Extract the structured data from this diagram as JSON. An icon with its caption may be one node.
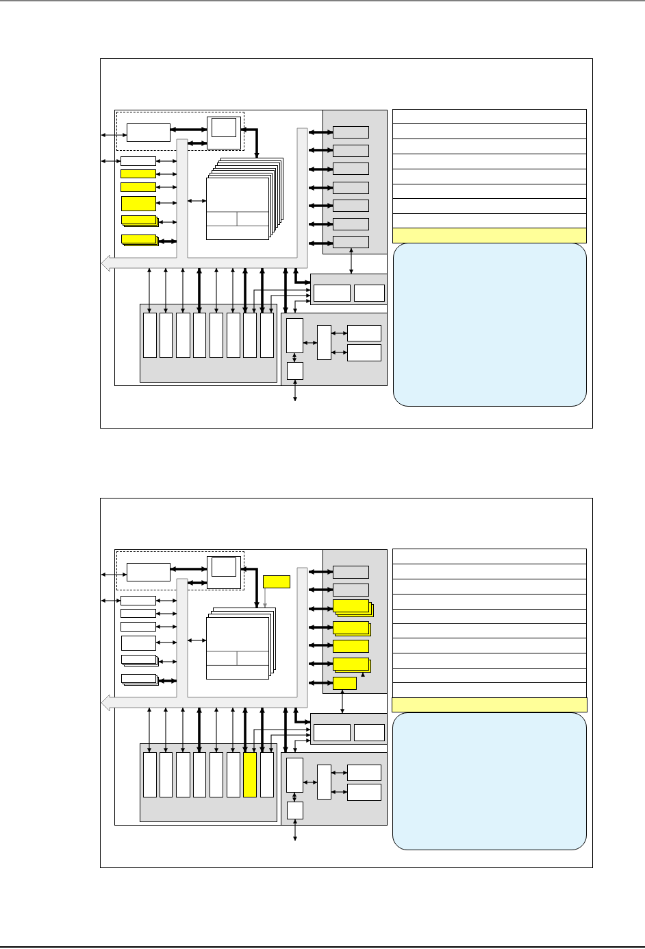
{
  "diagram": {
    "nodes": [
      {
        "text": [],
        "shape": "box"
      },
      {
        "text": [],
        "shape": "box",
        "in": 0
      },
      {
        "text": [],
        "shape": "box",
        "in": 1
      },
      {
        "text": [],
        "shape": "box",
        "in": 2
      },
      {
        "text": [],
        "shape": "box",
        "in": 2
      },
      {
        "text": [],
        "shape": "box",
        "in": 4
      },
      {
        "text": [],
        "shape": "box",
        "in": 1
      },
      {
        "text": [],
        "shape": "box",
        "in": 1
      },
      {
        "text": [],
        "shape": "box",
        "in": 1
      },
      {
        "text": [],
        "shape": "box",
        "in": 1
      },
      {
        "text": [],
        "shape": "box",
        "in": 1
      },
      {
        "text": [],
        "shape": "box",
        "in": 1
      },
      {
        "text": [],
        "shape": "box",
        "in": 1
      },
      {
        "text": [],
        "shape": "arrow",
        "in": 0
      },
      {
        "text": [],
        "shape": "box",
        "in": 1
      },
      {
        "text": [],
        "shape": "box",
        "in": 14
      },
      {
        "text": [],
        "shape": "box",
        "in": 14
      },
      {
        "text": [],
        "shape": "box",
        "in": 14
      },
      {
        "text": [],
        "shape": "box",
        "in": 14
      },
      {
        "text": [],
        "shape": "box",
        "in": 14
      },
      {
        "text": [],
        "shape": "box",
        "in": 14
      },
      {
        "text": [],
        "shape": "box",
        "in": 14
      },
      {
        "text": [],
        "shape": "box",
        "in": 1
      },
      {
        "text": [],
        "shape": "box",
        "in": 22
      },
      {
        "text": [],
        "shape": "box",
        "in": 22
      },
      {
        "text": [],
        "shape": "box",
        "in": 1
      },
      {
        "text": [],
        "shape": "box",
        "in": 25
      },
      {
        "text": [],
        "shape": "box",
        "in": 25
      },
      {
        "text": [],
        "shape": "box",
        "in": 25
      },
      {
        "text": [],
        "shape": "box",
        "in": 25
      },
      {
        "text": [],
        "shape": "box",
        "in": 25
      },
      {
        "text": [],
        "shape": "box",
        "in": 25
      },
      {
        "text": [],
        "shape": "box",
        "in": 25
      },
      {
        "text": [],
        "shape": "box",
        "in": 25
      },
      {
        "text": [],
        "shape": "box",
        "in": 1
      },
      {
        "text": [],
        "shape": "box",
        "in": 34
      },
      {
        "text": [],
        "shape": "box",
        "in": 34
      },
      {
        "text": [],
        "shape": "box",
        "in": 34
      },
      {
        "text": [],
        "shape": "box",
        "in": 34
      },
      {
        "text": [],
        "shape": "box",
        "in": 34
      },
      {
        "text": [],
        "shape": "box",
        "in": 0
      },
      {
        "text": [],
        "shape": "box",
        "in": 0
      },
      {
        "text": [],
        "shape": "box",
        "in": 0
      },
      {
        "text": [],
        "shape": "box",
        "in": 0
      },
      {
        "text": [],
        "shape": "box",
        "in": 0
      },
      {
        "text": [],
        "shape": "box",
        "in": 0
      },
      {
        "text": [],
        "shape": "box",
        "in": 0
      },
      {
        "text": [],
        "shape": "box",
        "in": 0
      },
      {
        "text": [],
        "shape": "box",
        "in": 0
      },
      {
        "text": [],
        "shape": "box",
        "in": 0
      },
      {
        "text": [],
        "shape": "box"
      },
      {
        "text": [],
        "shape": "box",
        "in": 50
      },
      {
        "text": [],
        "shape": "box",
        "in": 51
      },
      {
        "text": [],
        "shape": "box",
        "in": 52
      },
      {
        "text": [],
        "shape": "box",
        "in": 52
      },
      {
        "text": [],
        "shape": "box",
        "in": 54
      },
      {
        "text": [],
        "shape": "box",
        "in": 51
      },
      {
        "text": [],
        "shape": "box",
        "in": 51
      },
      {
        "text": [],
        "shape": "box",
        "in": 51
      },
      {
        "text": [],
        "shape": "box",
        "in": 51
      },
      {
        "text": [],
        "shape": "box",
        "in": 51
      },
      {
        "text": [],
        "shape": "box",
        "in": 51
      },
      {
        "text": [],
        "shape": "box",
        "in": 51
      },
      {
        "text": [],
        "shape": "box",
        "in": 51
      },
      {
        "text": [],
        "shape": "arrow",
        "in": 50
      },
      {
        "text": [],
        "shape": "box",
        "in": 51
      },
      {
        "text": [],
        "shape": "box",
        "in": 65
      },
      {
        "text": [],
        "shape": "box",
        "in": 65
      },
      {
        "text": [],
        "shape": "box",
        "in": 65
      },
      {
        "text": [],
        "shape": "box",
        "in": 65
      },
      {
        "text": [],
        "shape": "box",
        "in": 65
      },
      {
        "text": [],
        "shape": "box",
        "in": 65
      },
      {
        "text": [],
        "shape": "box",
        "in": 65
      },
      {
        "text": [],
        "shape": "box",
        "in": 51
      },
      {
        "text": [],
        "shape": "box",
        "in": 73
      },
      {
        "text": [],
        "shape": "box",
        "in": 73
      },
      {
        "text": [],
        "shape": "box",
        "in": 51
      },
      {
        "text": [],
        "shape": "box",
        "in": 76
      },
      {
        "text": [],
        "shape": "box",
        "in": 76
      },
      {
        "text": [],
        "shape": "box",
        "in": 76
      },
      {
        "text": [],
        "shape": "box",
        "in": 76
      },
      {
        "text": [],
        "shape": "box",
        "in": 76
      },
      {
        "text": [],
        "shape": "box",
        "in": 76
      },
      {
        "text": [],
        "shape": "box",
        "in": 76
      },
      {
        "text": [],
        "shape": "box",
        "in": 76
      },
      {
        "text": [],
        "shape": "box",
        "in": 51
      },
      {
        "text": [],
        "shape": "box",
        "in": 85
      },
      {
        "text": [],
        "shape": "box",
        "in": 85
      },
      {
        "text": [],
        "shape": "box",
        "in": 85
      },
      {
        "text": [],
        "shape": "box",
        "in": 85
      },
      {
        "text": [],
        "shape": "box",
        "in": 85
      },
      {
        "text": [],
        "shape": "box",
        "in": 50
      },
      {
        "text": [],
        "shape": "box",
        "in": 50
      },
      {
        "text": [],
        "shape": "box",
        "in": 50
      },
      {
        "text": [],
        "shape": "box",
        "in": 50
      },
      {
        "text": [],
        "shape": "box",
        "in": 50
      },
      {
        "text": [],
        "shape": "box",
        "in": 50
      },
      {
        "text": [],
        "shape": "box",
        "in": 50
      },
      {
        "text": [],
        "shape": "box",
        "in": 50
      },
      {
        "text": [],
        "shape": "box",
        "in": 50
      },
      {
        "text": [],
        "shape": "box",
        "in": 50
      },
      {
        "text": [],
        "shape": "box",
        "in": 50
      },
      {
        "text": [],
        "shape": "box",
        "in": 50
      }
    ],
    "edges": [
      {
        "from": null,
        "to": 3,
        "arrow": "both"
      },
      {
        "from": 3,
        "to": 4,
        "arrow": "both",
        "style": "thick"
      },
      {
        "from": 13,
        "to": 4,
        "arrow": "both",
        "style": "thick"
      },
      {
        "from": 4,
        "to": 12,
        "arrow": "both",
        "style": "thick"
      },
      {
        "from": null,
        "to": 6,
        "arrow": "both"
      },
      {
        "from": 6,
        "to": 13,
        "arrow": "both"
      },
      {
        "from": 7,
        "to": 13,
        "arrow": "both"
      },
      {
        "from": 8,
        "to": 13,
        "arrow": "both"
      },
      {
        "from": 9,
        "to": 13,
        "arrow": "both"
      },
      {
        "from": 10,
        "to": 13,
        "arrow": "both"
      },
      {
        "from": 11,
        "to": 13,
        "arrow": "both",
        "style": "thick"
      },
      {
        "from": 13,
        "to": 12,
        "arrow": "both"
      },
      {
        "from": 13,
        "to": 15,
        "arrow": "both",
        "style": "thick"
      },
      {
        "from": 13,
        "to": 16,
        "arrow": "both",
        "style": "thick"
      },
      {
        "from": 13,
        "to": 17,
        "arrow": "both",
        "style": "thick"
      },
      {
        "from": 13,
        "to": 18,
        "arrow": "both",
        "style": "thick"
      },
      {
        "from": 13,
        "to": 19,
        "arrow": "both",
        "style": "thick"
      },
      {
        "from": 13,
        "to": 20,
        "arrow": "both",
        "style": "thick"
      },
      {
        "from": 13,
        "to": 21,
        "arrow": "both",
        "style": "thick"
      },
      {
        "from": 21,
        "to": 22,
        "arrow": "both"
      },
      {
        "from": 13,
        "to": 26,
        "arrow": "both"
      },
      {
        "from": 13,
        "to": 27,
        "arrow": "both"
      },
      {
        "from": 13,
        "to": 28,
        "arrow": "both"
      },
      {
        "from": 13,
        "to": 29,
        "arrow": "both",
        "style": "thick"
      },
      {
        "from": 13,
        "to": 30,
        "arrow": "both"
      },
      {
        "from": 13,
        "to": 31,
        "arrow": "both"
      },
      {
        "from": 13,
        "to": 32,
        "arrow": "both",
        "style": "thick"
      },
      {
        "from": 13,
        "to": 33,
        "arrow": "both",
        "style": "thick"
      },
      {
        "from": 13,
        "to": 22,
        "arrow": "both",
        "style": "thick"
      },
      {
        "from": 13,
        "to": 34,
        "arrow": "both",
        "style": "thick"
      },
      {
        "from": 32,
        "to": 22,
        "arrow": "both"
      },
      {
        "from": 33,
        "to": 22,
        "arrow": "both"
      },
      {
        "from": 34,
        "to": 22,
        "arrow": "both"
      },
      {
        "from": 35,
        "to": 37,
        "arrow": "both"
      },
      {
        "from": 37,
        "to": 38,
        "arrow": "both"
      },
      {
        "from": 37,
        "to": 39,
        "arrow": "both"
      },
      {
        "from": 35,
        "to": 36,
        "arrow": "both"
      },
      {
        "from": 36,
        "to": null,
        "arrow": "both"
      },
      {
        "from": null,
        "to": 53,
        "arrow": "both"
      },
      {
        "from": 53,
        "to": 54,
        "arrow": "both",
        "style": "thick"
      },
      {
        "from": 64,
        "to": 54,
        "arrow": "both",
        "style": "thick"
      },
      {
        "from": 54,
        "to": 63,
        "arrow": "both",
        "style": "thick"
      },
      {
        "from": null,
        "to": 57,
        "arrow": "both"
      },
      {
        "from": 57,
        "to": 64,
        "arrow": "both"
      },
      {
        "from": 58,
        "to": 64,
        "arrow": "both"
      },
      {
        "from": 59,
        "to": 64,
        "arrow": "both"
      },
      {
        "from": 60,
        "to": 64,
        "arrow": "both"
      },
      {
        "from": 61,
        "to": 64,
        "arrow": "both"
      },
      {
        "from": 62,
        "to": 64,
        "arrow": "both",
        "style": "thick"
      },
      {
        "from": 64,
        "to": 63,
        "arrow": "both"
      },
      {
        "from": 64,
        "to": 66,
        "arrow": "both",
        "style": "thick"
      },
      {
        "from": 64,
        "to": 67,
        "arrow": "both",
        "style": "thick"
      },
      {
        "from": 64,
        "to": 68,
        "arrow": "both",
        "style": "thick"
      },
      {
        "from": 64,
        "to": 69,
        "arrow": "both",
        "style": "thick"
      },
      {
        "from": 64,
        "to": 70,
        "arrow": "both",
        "style": "thick"
      },
      {
        "from": 64,
        "to": 71,
        "arrow": "both",
        "style": "thick"
      },
      {
        "from": 64,
        "to": 72,
        "arrow": "both",
        "style": "thick"
      },
      {
        "from": 72,
        "to": 73,
        "arrow": "both"
      },
      {
        "from": 64,
        "to": 77,
        "arrow": "both"
      },
      {
        "from": 64,
        "to": 78,
        "arrow": "both"
      },
      {
        "from": 64,
        "to": 79,
        "arrow": "both"
      },
      {
        "from": 64,
        "to": 80,
        "arrow": "both",
        "style": "thick"
      },
      {
        "from": 64,
        "to": 81,
        "arrow": "both"
      },
      {
        "from": 64,
        "to": 82,
        "arrow": "both"
      },
      {
        "from": 64,
        "to": 83,
        "arrow": "both",
        "style": "thick"
      },
      {
        "from": 64,
        "to": 84,
        "arrow": "both",
        "style": "thick"
      },
      {
        "from": 64,
        "to": 73,
        "arrow": "both",
        "style": "thick"
      },
      {
        "from": 64,
        "to": 85,
        "arrow": "both",
        "style": "thick"
      },
      {
        "from": 83,
        "to": 73,
        "arrow": "both"
      },
      {
        "from": 84,
        "to": 73,
        "arrow": "both"
      },
      {
        "from": 85,
        "to": 73,
        "arrow": "both"
      },
      {
        "from": 86,
        "to": 88,
        "arrow": "both"
      },
      {
        "from": 88,
        "to": 89,
        "arrow": "both"
      },
      {
        "from": 88,
        "to": 90,
        "arrow": "both"
      },
      {
        "from": 86,
        "to": 87,
        "arrow": "both"
      },
      {
        "from": 87,
        "to": null,
        "arrow": "both"
      },
      {
        "from": 56,
        "to": 63,
        "arrow": "to",
        "color": "#808080"
      },
      {
        "from": 72,
        "to": 71,
        "arrow": "to"
      }
    ]
  }
}
